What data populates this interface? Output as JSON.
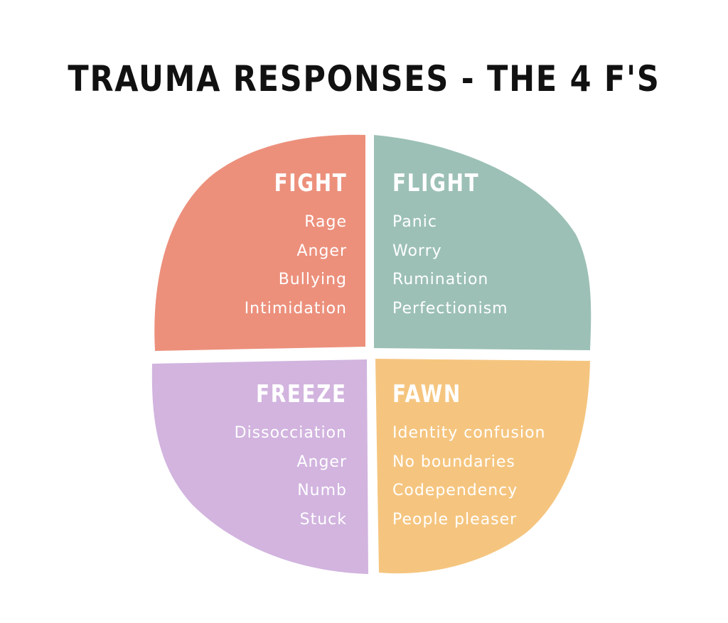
{
  "title": "TRAUMA RESPONSES - THE 4 F'S",
  "colors": {
    "fight": "#ec907c",
    "flight": "#9cc0b6",
    "freeze": "#d2b4df",
    "fawn": "#f5c57f"
  },
  "quadrants": {
    "fight": {
      "heading": "FIGHT",
      "items": [
        "Rage",
        "Anger",
        "Bullying",
        "Intimidation"
      ]
    },
    "flight": {
      "heading": "FLIGHT",
      "items": [
        "Panic",
        "Worry",
        "Rumination",
        "Perfectionism"
      ]
    },
    "freeze": {
      "heading": "FREEZE",
      "items": [
        "Dissocciation",
        "Anger",
        "Numb",
        "Stuck"
      ]
    },
    "fawn": {
      "heading": "FAWN",
      "items": [
        "Identity confusion",
        "No boundaries",
        "Codependency",
        "People pleaser"
      ]
    }
  }
}
